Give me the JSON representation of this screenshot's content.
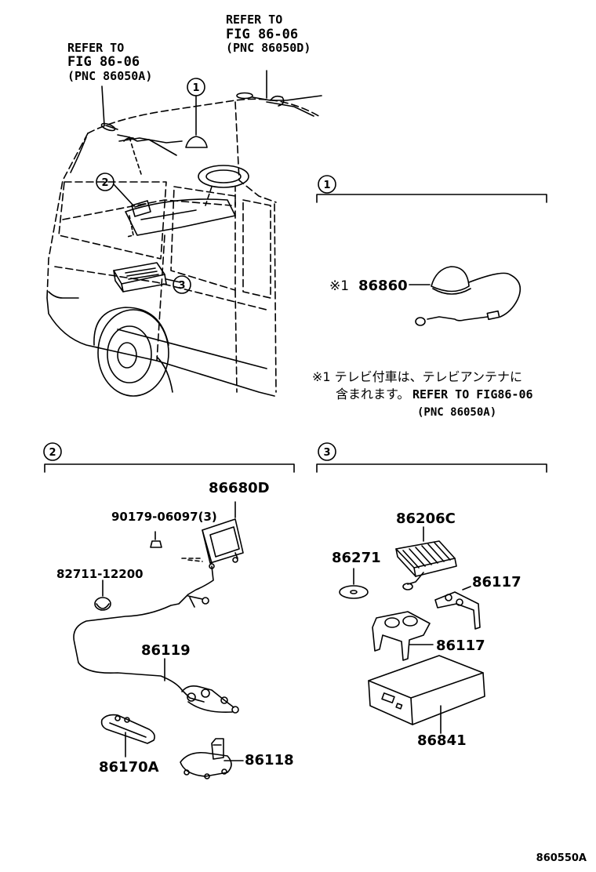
{
  "refer_left": {
    "line1": "REFER TO",
    "line2": "FIG 86-06",
    "line3": "(PNC 86050A)"
  },
  "refer_top": {
    "line1": "REFER TO",
    "line2": "FIG 86-06",
    "line3": "(PNC 86050D)"
  },
  "callouts": {
    "c1": "1",
    "c2": "2",
    "c3": "3"
  },
  "section1": {
    "marker": "1",
    "part": "86860",
    "part_prefix": "※1",
    "note_line1": "※1 テレビ付車は、テレビアンテナに",
    "note_line2a": "含まれます。",
    "note_line2b": "REFER TO FIG86-06",
    "note_line3": "(PNC 86050A)"
  },
  "section2": {
    "marker": "2",
    "parts": {
      "p86680D": "86680D",
      "p90179": "90179-06097(3)",
      "p82711": "82711-12200",
      "p86119": "86119",
      "p86170A": "86170A",
      "p86118": "86118"
    }
  },
  "section3": {
    "marker": "3",
    "parts": {
      "p86206C": "86206C",
      "p86271": "86271",
      "p86117a": "86117",
      "p86117b": "86117",
      "p86841": "86841"
    }
  },
  "figure_id": "860550A"
}
